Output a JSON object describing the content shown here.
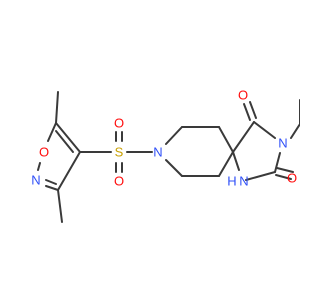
{
  "colors": {
    "bond": "#3a3a3a",
    "nitrogen": "#3050f8",
    "oxygen": "#ff0d0d",
    "sulfur": "#c8a000",
    "background": "#ffffff"
  },
  "atoms": {
    "n_piperidine": "N",
    "s_sulfonyl": "S",
    "o_sulfonyl_top": "O",
    "o_sulfonyl_bottom": "O",
    "o_isoxazole": "O",
    "n_isoxazole": "N",
    "o_carbonyl_top": "O",
    "n_imide": "N",
    "o_carbonyl_right": "O",
    "nh_amide": "N",
    "h_amide": "H"
  }
}
